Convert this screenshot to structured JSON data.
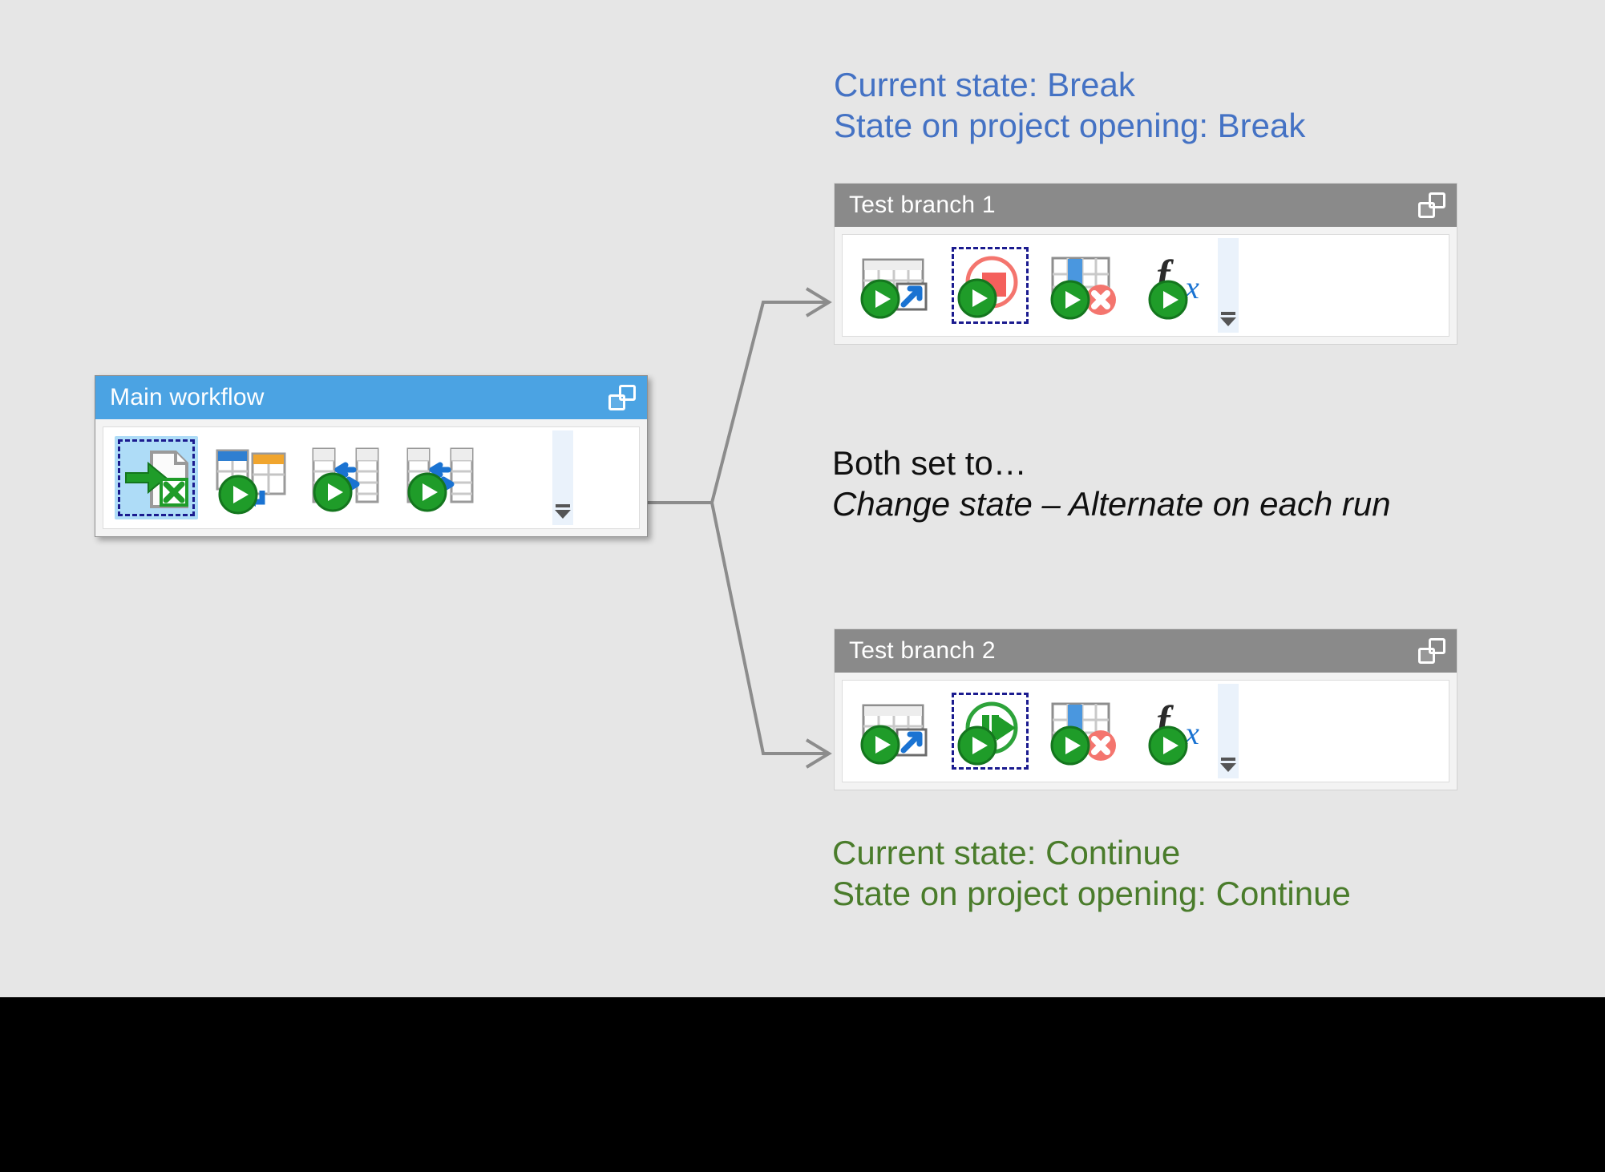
{
  "slide": {
    "background_color": "#e6e6e6",
    "letterbox_color": "#000000"
  },
  "annotations": {
    "break": {
      "color": "#4472c4",
      "line1": "Current state: Break",
      "line2": "State on project opening: Break"
    },
    "middle": {
      "color": "#101010",
      "line1": "Both set to…",
      "line2": "Change state – Alternate on each run"
    },
    "continue": {
      "color": "#4a7c2b",
      "line1": "Current state: Continue",
      "line2": "State on project opening: Continue"
    }
  },
  "panels": {
    "main_workflow": {
      "title": "Main workflow",
      "titlebar_color": "#4ba3e3",
      "restore_icon": "restore-window-icon",
      "overflow_icon": "overflow-chevron-icon",
      "icons": [
        {
          "name": "import-excel-file-icon",
          "label": "Import Excel file",
          "selected": true
        },
        {
          "name": "merge-tables-icon",
          "label": "Merge tables"
        },
        {
          "name": "move-column-icon-1",
          "label": "Move column"
        },
        {
          "name": "move-column-icon-2",
          "label": "Move column"
        }
      ]
    },
    "test_branch_1": {
      "title": "Test branch 1",
      "titlebar_color": "#8a8a8a",
      "restore_icon": "restore-window-icon",
      "overflow_icon": "overflow-chevron-icon",
      "icons": [
        {
          "name": "export-table-icon",
          "label": "Export table"
        },
        {
          "name": "change-state-break-icon",
          "label": "Change state – Break",
          "selected": true,
          "state": "Break"
        },
        {
          "name": "delete-column-icon",
          "label": "Delete column"
        },
        {
          "name": "formula-fx-icon",
          "label": "Formula"
        }
      ]
    },
    "test_branch_2": {
      "title": "Test branch 2",
      "titlebar_color": "#8a8a8a",
      "restore_icon": "restore-window-icon",
      "overflow_icon": "overflow-chevron-icon",
      "icons": [
        {
          "name": "export-table-icon",
          "label": "Export table"
        },
        {
          "name": "change-state-continue-icon",
          "label": "Change state – Continue",
          "selected": true,
          "state": "Continue"
        },
        {
          "name": "delete-column-icon",
          "label": "Delete column"
        },
        {
          "name": "formula-fx-icon",
          "label": "Formula"
        }
      ]
    }
  },
  "connector": {
    "name": "fork-connector",
    "color": "#8c8c8c",
    "arrow_targets": [
      "test_branch_1",
      "test_branch_2"
    ]
  }
}
